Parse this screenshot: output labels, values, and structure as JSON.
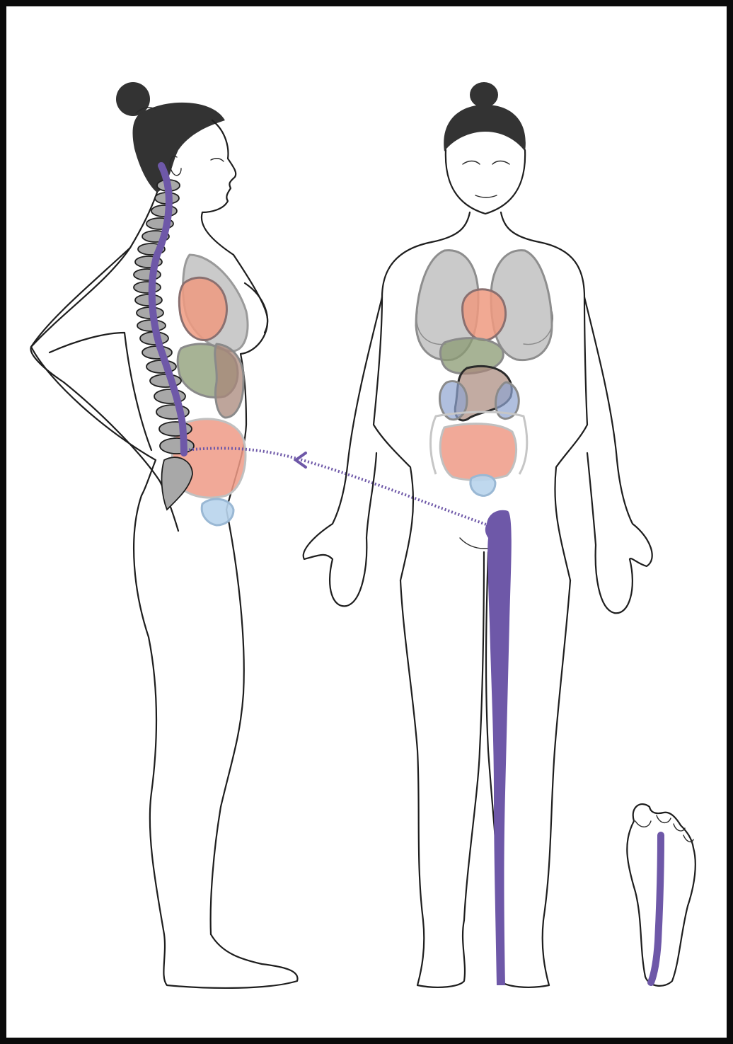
{
  "illustration": {
    "background": "#ffffff",
    "frame_color": "#0a0a0a",
    "meridian_color": "#6e58a8",
    "hair_color": "#333333",
    "organ_colors": {
      "lungs": "#b4b4b4",
      "heart": "#ee9a80",
      "liver": "#8a9a72",
      "stomach": "#a8877a",
      "kidneys": "#8ea4d0",
      "large_intestine": "#c6c6c6",
      "small_intestine": "#ee9a86",
      "bladder": "#b8d4ec",
      "spine": "#a8a8a8"
    },
    "figures": [
      "side-view-figure",
      "front-view-figure",
      "foot-sole"
    ]
  }
}
